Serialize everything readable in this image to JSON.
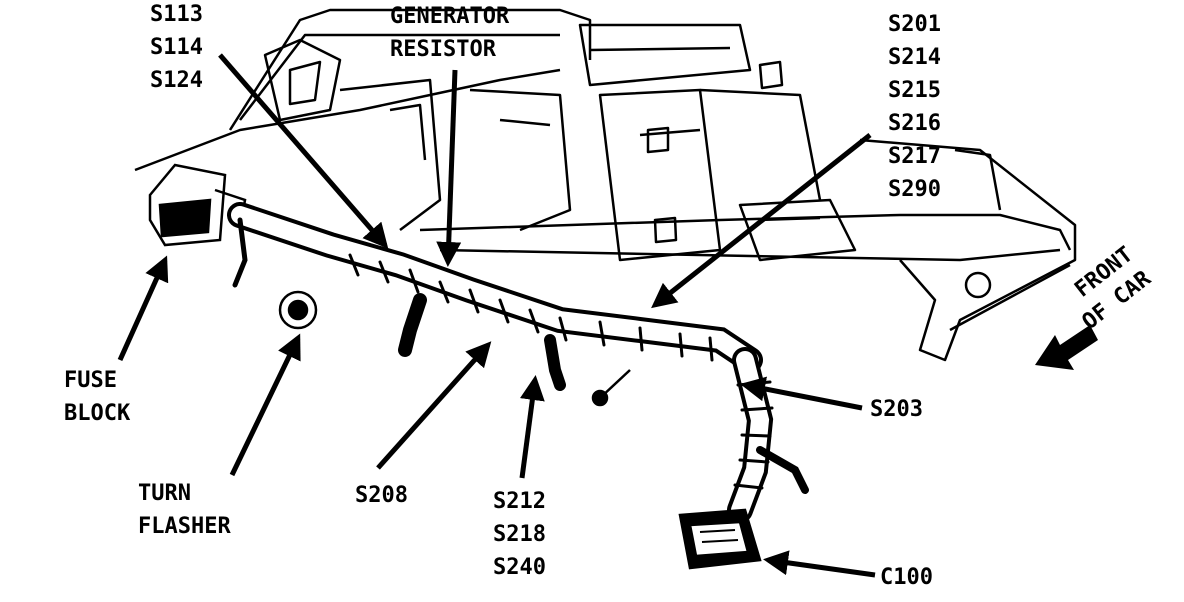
{
  "labels": {
    "top_left": [
      "S113",
      "S114",
      "S124"
    ],
    "generator": [
      "GENERATOR",
      "RESISTOR"
    ],
    "top_right": [
      "S201",
      "S214",
      "S215",
      "S216",
      "S217",
      "S290"
    ],
    "fuse_block": [
      "FUSE",
      "BLOCK"
    ],
    "turn_flasher": [
      "TURN",
      "FLASHER"
    ],
    "s208": "S208",
    "bottom_center": [
      "S212",
      "S218",
      "S240"
    ],
    "s203": "S203",
    "c100": "C100",
    "front_of_car": [
      "FRONT",
      "OF CAR"
    ]
  },
  "colors": {
    "ink": "#000000",
    "paper": "#ffffff"
  }
}
